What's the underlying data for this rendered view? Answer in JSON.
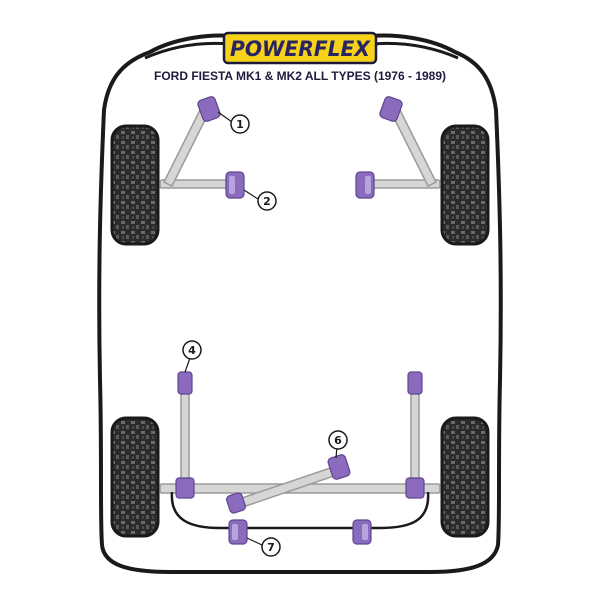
{
  "brand": {
    "name": "POWERFLEX",
    "logo_colors": {
      "fill": "#f6d21b",
      "outline": "#1d1b3e",
      "text": "#2a2560"
    }
  },
  "subtitle": "FORD FIESTA MK1 & MK2 ALL TYPES (1976 - 1989)",
  "colors": {
    "bushing": "#8a6bbd",
    "bushing_dark": "#5e4590",
    "bar": "#d6d6d6",
    "bar_edge": "#9a9a9a",
    "tyre": "#2b2b2b",
    "body_outline": "#1a1a1a"
  },
  "callouts": [
    {
      "id": "1",
      "label": "1"
    },
    {
      "id": "2",
      "label": "2"
    },
    {
      "id": "4",
      "label": "4"
    },
    {
      "id": "6",
      "label": "6"
    },
    {
      "id": "7",
      "label": "7"
    }
  ]
}
